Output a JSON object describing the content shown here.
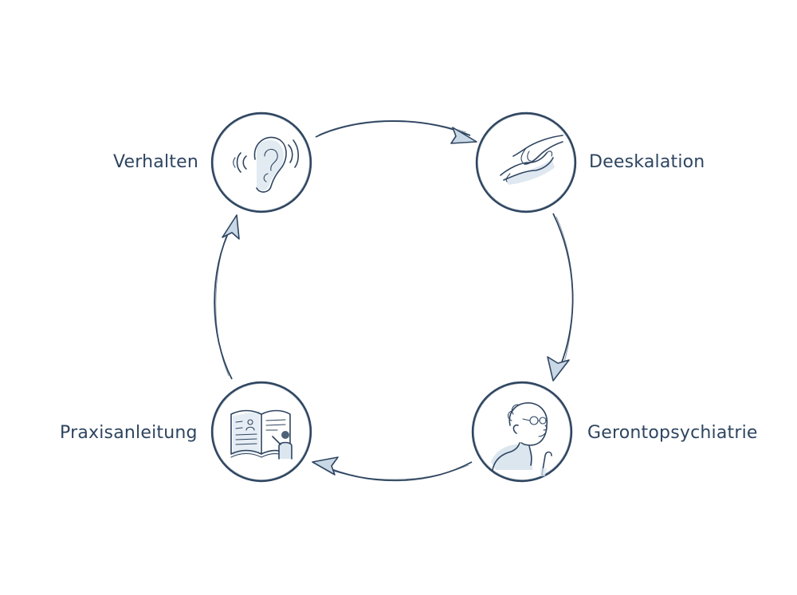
{
  "diagram": {
    "nodes": [
      {
        "id": "verhalten",
        "label": "Verhalten",
        "icon": "ear-icon"
      },
      {
        "id": "deeskalation",
        "label": "Deeskalation",
        "icon": "reaching-hands-icon"
      },
      {
        "id": "gerontopsychiatrie",
        "label": "Gerontopsychiatrie",
        "icon": "elderly-man-icon"
      },
      {
        "id": "praxisanleitung",
        "label": "Praxisanleitung",
        "icon": "teaching-book-icon"
      }
    ],
    "edges": [
      {
        "from": "verhalten",
        "to": "deeskalation"
      },
      {
        "from": "deeskalation",
        "to": "gerontopsychiatrie"
      },
      {
        "from": "gerontopsychiatrie",
        "to": "praxisanleitung"
      },
      {
        "from": "praxisanleitung",
        "to": "verhalten"
      }
    ],
    "colors": {
      "ink": "#2e4560",
      "wash": "#dbe6ef",
      "arrow_fill": "#c9d8e6",
      "background": "#ffffff"
    }
  }
}
